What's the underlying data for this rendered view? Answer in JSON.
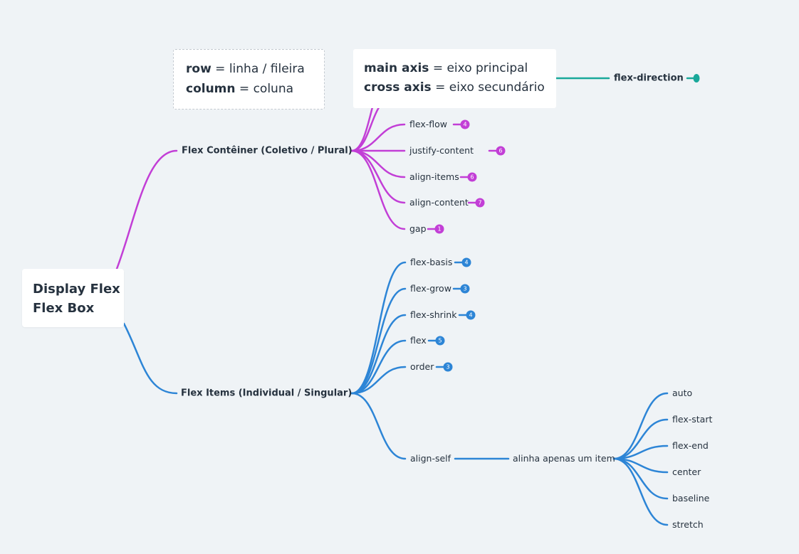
{
  "colors": {
    "background": "#eff3f6",
    "container_branch": "#c23ed6",
    "items_branch": "#2d85d6",
    "flex_direction_branch": "#19a89a",
    "text": "#26323f"
  },
  "root": {
    "line1": "Display Flex",
    "line2": "Flex Box"
  },
  "notes": {
    "row_note": {
      "row_term": "row",
      "row_def": " = linha / fileira",
      "column_term": "column",
      "column_def": " = coluna"
    },
    "axis_note": {
      "main_term": "main axis",
      "main_def": " = eixo principal",
      "cross_term": "cross axis",
      "cross_def": " = eixo secundário"
    }
  },
  "flex_direction": {
    "label": "flex-direction"
  },
  "container": {
    "label": "Flex Contêiner (Coletivo / Plural)",
    "children": [
      {
        "label": "flex-flow",
        "count": "4"
      },
      {
        "label": "justify-content",
        "count": "6"
      },
      {
        "label": "align-items",
        "count": "6"
      },
      {
        "label": "align-content",
        "count": "7"
      },
      {
        "label": "gap",
        "count": "1"
      }
    ]
  },
  "items": {
    "label": "Flex Items (Individual / Singular)",
    "children": [
      {
        "label": "flex-basis",
        "count": "4"
      },
      {
        "label": "flex-grow",
        "count": "3"
      },
      {
        "label": "flex-shrink",
        "count": "4"
      },
      {
        "label": "flex",
        "count": "5"
      },
      {
        "label": "order",
        "count": "3"
      }
    ],
    "align_self": {
      "label": "align-self",
      "description": "alinha apenas um item",
      "values": [
        "auto",
        "flex-start",
        "flex-end",
        "center",
        "baseline",
        "stretch"
      ]
    }
  }
}
